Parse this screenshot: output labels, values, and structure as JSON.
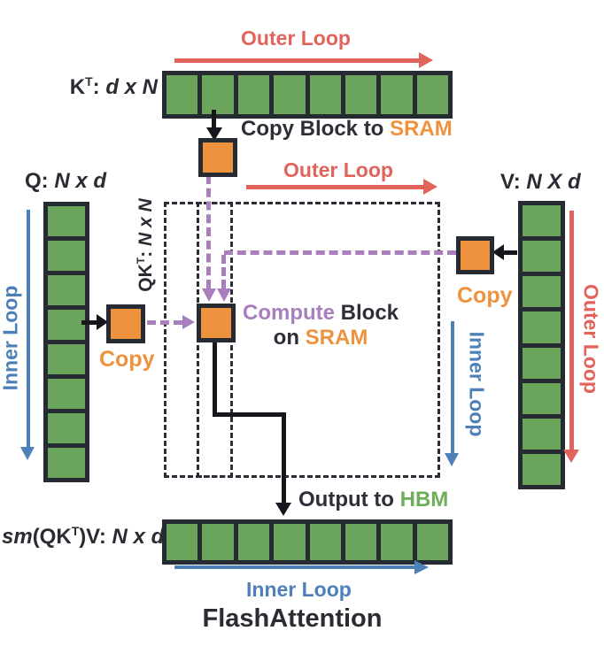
{
  "title": "FlashAttention",
  "colors": {
    "block_green": "#6ba55c",
    "sram_orange": "#ef923e",
    "outer_loop_red": "#e2635b",
    "inner_loop_blue": "#4c80b7",
    "compute_purple": "#a87fbc",
    "border_dark": "#262a32",
    "hbm_green": "#6fae58"
  },
  "loops": {
    "outer_top": "Outer Loop",
    "outer_mid": "Outer Loop",
    "outer_right": "Outer Loop",
    "inner_left": "Inner Loop",
    "inner_right": "Inner Loop",
    "inner_bottom": "Inner Loop"
  },
  "matrices": {
    "kt": {
      "name": "K",
      "sup": "T",
      "sep": ": ",
      "dims": "d x N",
      "cells": 8
    },
    "q": {
      "name": "Q",
      "sep": ": ",
      "dims": "N x d",
      "cells": 8
    },
    "v": {
      "name": "V",
      "sep": ": ",
      "dims": "N X d",
      "cells": 8
    },
    "qkt": {
      "name": "QK",
      "sup": "T",
      "sep": ": ",
      "dims": "N x N"
    },
    "out": {
      "pre": "sm",
      "name": "(QK",
      "sup": "T",
      "close": ")V",
      "sep": ": ",
      "dims": "N x d",
      "cells": 8
    }
  },
  "annotations": {
    "copy_block": {
      "text": "Copy Block to ",
      "mem": "SRAM"
    },
    "compute_block": {
      "accent": "Compute",
      "text": " Block"
    },
    "on_sram": {
      "text": "on ",
      "mem": "SRAM"
    },
    "output": {
      "text": "Output to ",
      "mem": "HBM"
    },
    "copy_q": "Copy",
    "copy_v": "Copy"
  }
}
